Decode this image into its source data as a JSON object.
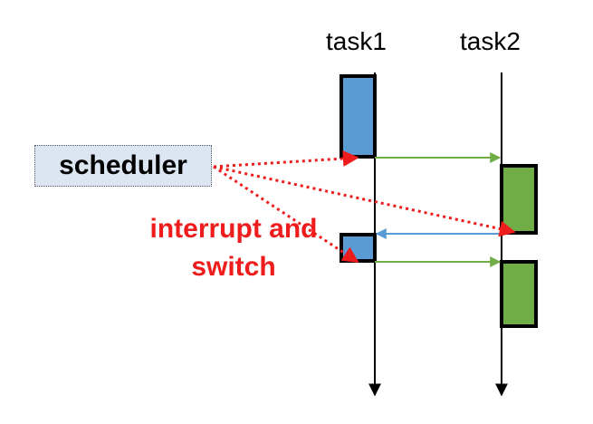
{
  "diagram": {
    "tasks": [
      {
        "name": "task1"
      },
      {
        "name": "task2"
      }
    ],
    "scheduler_label": "scheduler",
    "interrupt_label_line1": "interrupt and",
    "interrupt_label_line2": "switch"
  },
  "colors": {
    "task1_block": "#5b9bd5",
    "task2_block": "#70ad47",
    "switch_arrow": "#70ad47",
    "return_arrow": "#5b9bd5",
    "scheduler_arrow": "#ee1c1c",
    "scheduler_box": "#dce6f2"
  }
}
